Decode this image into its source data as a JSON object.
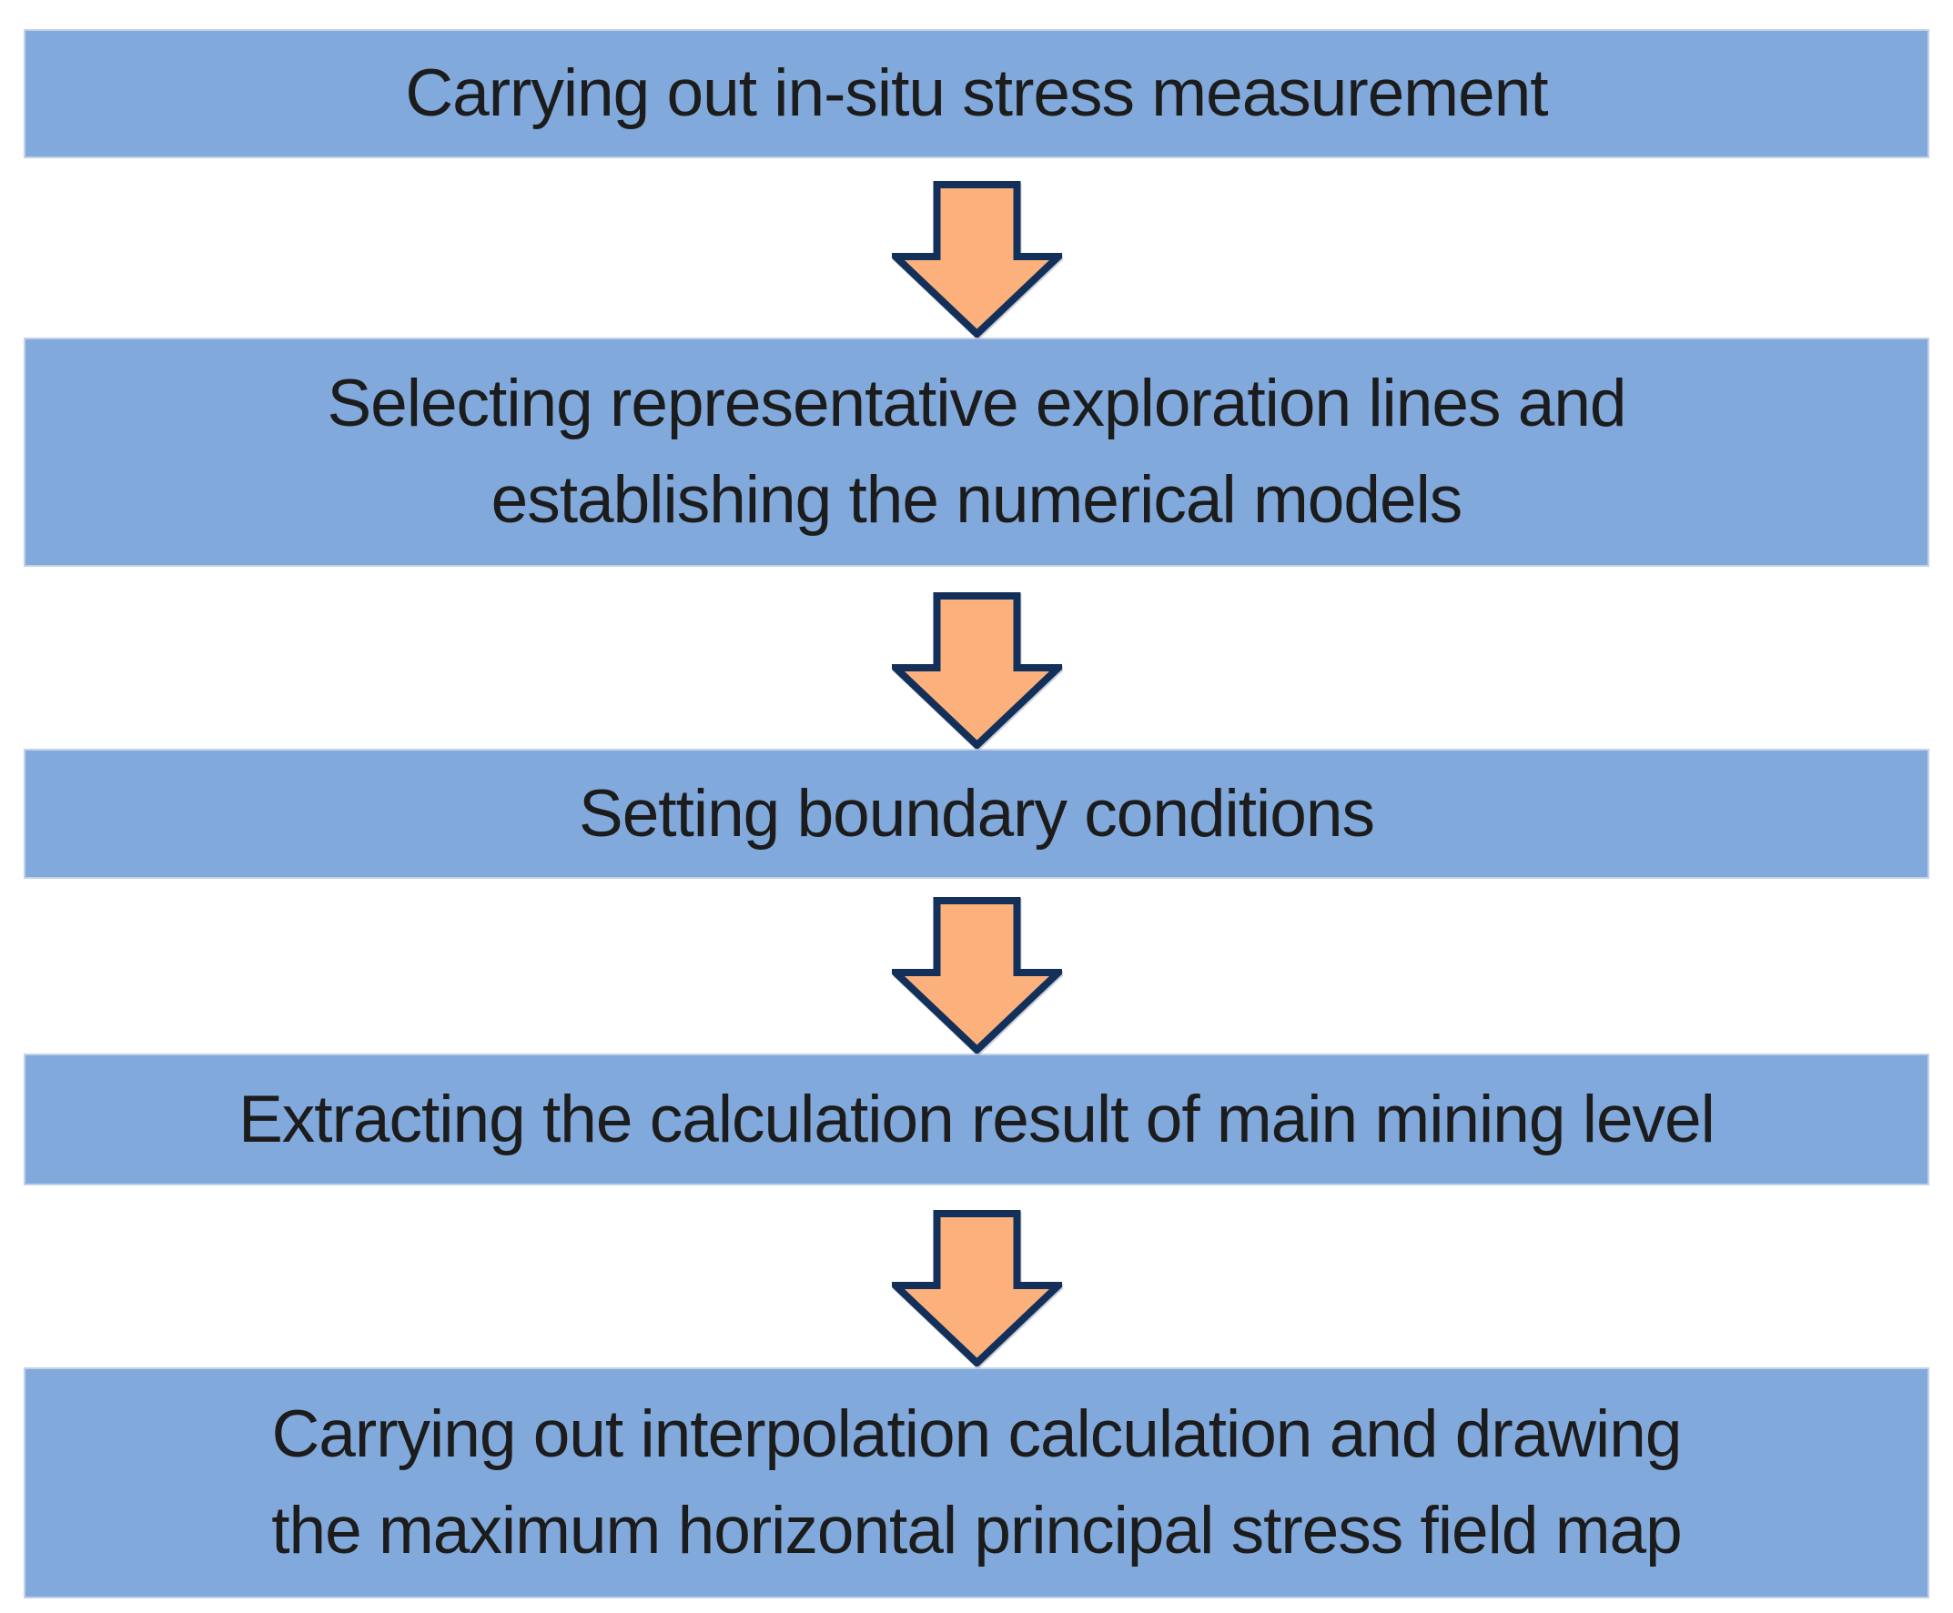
{
  "diagram": {
    "type": "flowchart-vertical",
    "steps": [
      {
        "id": 1,
        "lines": [
          "Carrying out in-situ stress measurement"
        ]
      },
      {
        "id": 2,
        "lines": [
          "Selecting representative exploration lines and",
          "establishing the numerical models"
        ]
      },
      {
        "id": 3,
        "lines": [
          "Setting boundary conditions"
        ]
      },
      {
        "id": 4,
        "lines": [
          "Extracting the calculation result of main mining level"
        ]
      },
      {
        "id": 5,
        "lines": [
          "Carrying out interpolation calculation and drawing",
          "the maximum horizontal principal stress field map"
        ]
      }
    ],
    "connectors": [
      {
        "from": 1,
        "to": 2,
        "shape": "block-down-arrow"
      },
      {
        "from": 2,
        "to": 3,
        "shape": "block-down-arrow"
      },
      {
        "from": 3,
        "to": 4,
        "shape": "block-down-arrow"
      },
      {
        "from": 4,
        "to": 5,
        "shape": "block-down-arrow"
      }
    ]
  },
  "colors": {
    "box_fill": "#81A9DC",
    "box_border": "#C2D2EA",
    "arrow_fill": "#FCB17D",
    "arrow_outline": "#13305A",
    "text": "#1C1C1C",
    "background": "#FFFFFF"
  }
}
